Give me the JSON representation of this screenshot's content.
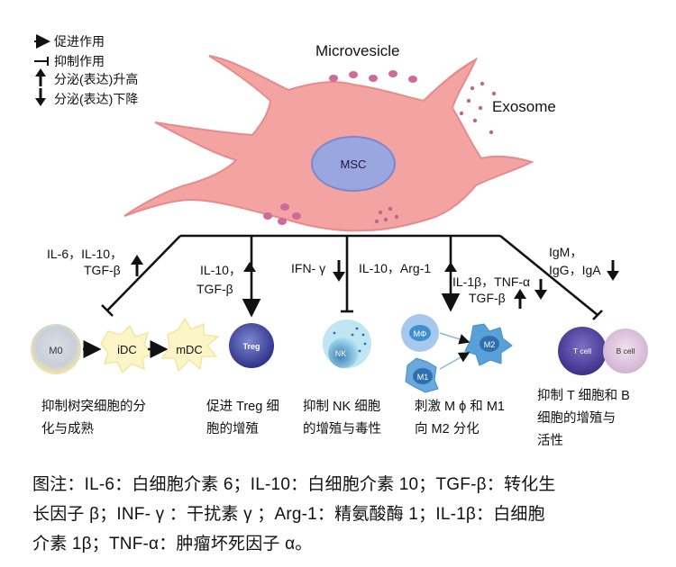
{
  "legend": {
    "promote": "促进作用",
    "inhibit": "抑制作用",
    "up": "分泌(表达)升高",
    "down": "分泌(表达)下降"
  },
  "msc": {
    "label": "MSC",
    "microvesicle": "Microvesicle",
    "exosome": "Exosome"
  },
  "branches": {
    "dc": {
      "cytokines_line1": "IL-6，IL-10，",
      "cytokines_line2": "TGF-β"
    },
    "treg": {
      "cytokines_line1": "IL-10，",
      "cytokines_line2": "TGF-β"
    },
    "nk": {
      "cytokines": "IFN- γ"
    },
    "mac": {
      "cytokines_a": "IL-10，Arg-1",
      "cytokines_b": "IL-1β，TNF-α",
      "cytokines_c": "TGF-β"
    },
    "b": {
      "cytokines_line1": "IgM，",
      "cytokines_line2": "IgG，IgA"
    }
  },
  "cells": {
    "m0": "M0",
    "idc": "iDC",
    "mdc": "mDC",
    "treg": "Treg",
    "nk": "NK",
    "m_phi": "MΦ",
    "m2": "M2",
    "m1": "M1",
    "t_cell": "T cell",
    "b_cell": "B cell"
  },
  "effects": {
    "dc_line1": "抑制树突细胞的分",
    "dc_line2": "化与成熟",
    "treg_line1": "促进 Treg 细",
    "treg_line2": "胞的增殖",
    "nk_line1": "抑制 NK 细胞",
    "nk_line2": "的增殖与毒性",
    "mac_line1": "刺激 M ϕ 和 M1",
    "mac_line2": "向 M2 分化",
    "tb_line1": "抑制 T 细胞和 B",
    "tb_line2": "细胞的增殖与",
    "tb_line3": "活性"
  },
  "caption": {
    "line1": "图注：IL-6：白细胞介素 6；IL-10：白细胞介素 10；TGF-β：转化生",
    "line2": "长因子 β；INF- γ ：干扰素 γ ；Arg-1：精氨酸酶 1；IL-1β：白细胞",
    "line3": "介素 1β；TNF-α：肿瘤坏死因子 α。"
  },
  "colors": {
    "msc_body": "#f4a3a3",
    "msc_outline": "#e88a8a",
    "nucleus": "#9aa6e0",
    "vesicle": "#d06a9a",
    "treg": "#4a52a8",
    "nk": "#4fa3c8",
    "macrophage": "#3f8fcf",
    "t_cell": "#5a4fa8",
    "b_cell": "#ead6e6"
  }
}
